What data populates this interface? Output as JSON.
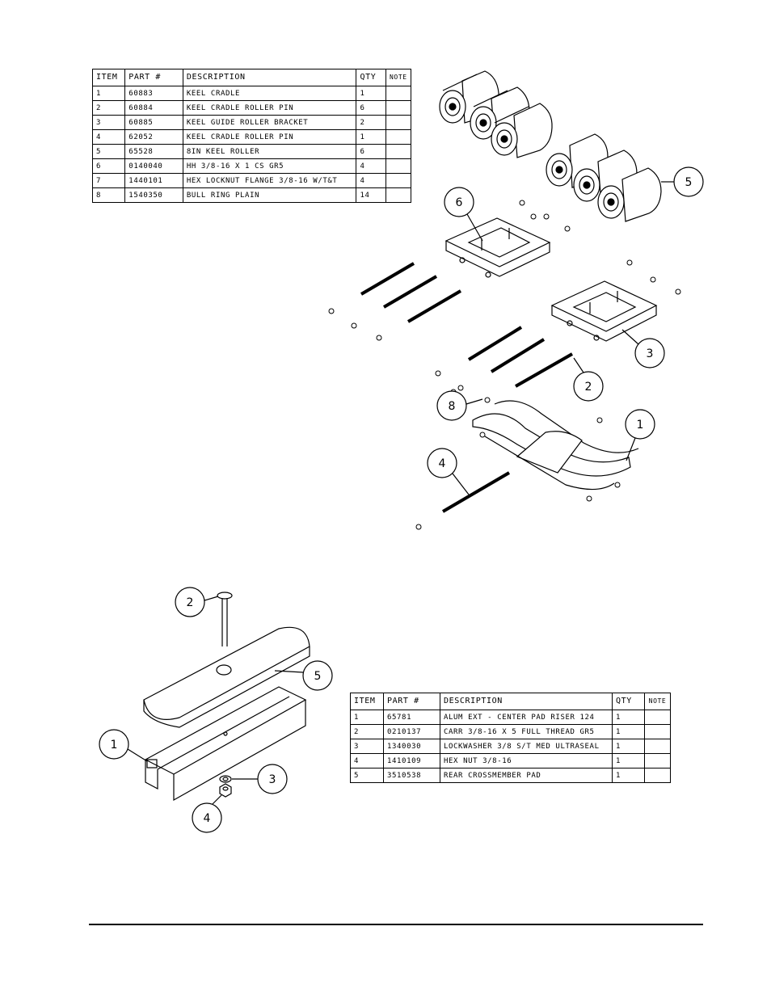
{
  "top_table": {
    "headers": {
      "item": "ITEM",
      "part": "PART #",
      "description": "DESCRIPTION",
      "qty": "QTY",
      "note": "NOTE"
    },
    "rows": [
      {
        "item": "1",
        "part": "60883",
        "description": "KEEL CRADLE",
        "qty": "1",
        "note": ""
      },
      {
        "item": "2",
        "part": "60884",
        "description": "KEEL CRADLE ROLLER PIN",
        "qty": "6",
        "note": ""
      },
      {
        "item": "3",
        "part": "60885",
        "description": "KEEL GUIDE ROLLER BRACKET",
        "qty": "2",
        "note": ""
      },
      {
        "item": "4",
        "part": "62052",
        "description": "KEEL CRADLE ROLLER PIN",
        "qty": "1",
        "note": ""
      },
      {
        "item": "5",
        "part": "65528",
        "description": "8IN KEEL ROLLER",
        "qty": "6",
        "note": ""
      },
      {
        "item": "6",
        "part": "0140040",
        "description": "HH 3/8-16 X 1 CS GR5",
        "qty": "4",
        "note": ""
      },
      {
        "item": "7",
        "part": "1440101",
        "description": "HEX LOCKNUT FLANGE 3/8-16 W/T&T",
        "qty": "4",
        "note": ""
      },
      {
        "item": "8",
        "part": "1540350",
        "description": "BULL RING PLAIN",
        "qty": "14",
        "note": ""
      }
    ]
  },
  "bottom_table": {
    "headers": {
      "item": "ITEM",
      "part": "PART #",
      "description": "DESCRIPTION",
      "qty": "QTY",
      "note": "NOTE"
    },
    "rows": [
      {
        "item": "1",
        "part": "65781",
        "description": "ALUM EXT - CENTER PAD RISER 124",
        "qty": "1",
        "note": ""
      },
      {
        "item": "2",
        "part": "0210137",
        "description": "CARR 3/8-16 X 5 FULL THREAD GR5",
        "qty": "1",
        "note": ""
      },
      {
        "item": "3",
        "part": "1340030",
        "description": "LOCKWASHER 3/8 S/T MED ULTRASEAL",
        "qty": "1",
        "note": ""
      },
      {
        "item": "4",
        "part": "1410109",
        "description": "HEX NUT 3/8-16",
        "qty": "1",
        "note": ""
      },
      {
        "item": "5",
        "part": "3510538",
        "description": "REAR CROSSMEMBER PAD",
        "qty": "1",
        "note": ""
      }
    ]
  },
  "top_callouts": [
    "6",
    "5",
    "3",
    "2",
    "8",
    "1",
    "4"
  ],
  "bottom_callouts": [
    "2",
    "5",
    "1",
    "3",
    "4"
  ]
}
